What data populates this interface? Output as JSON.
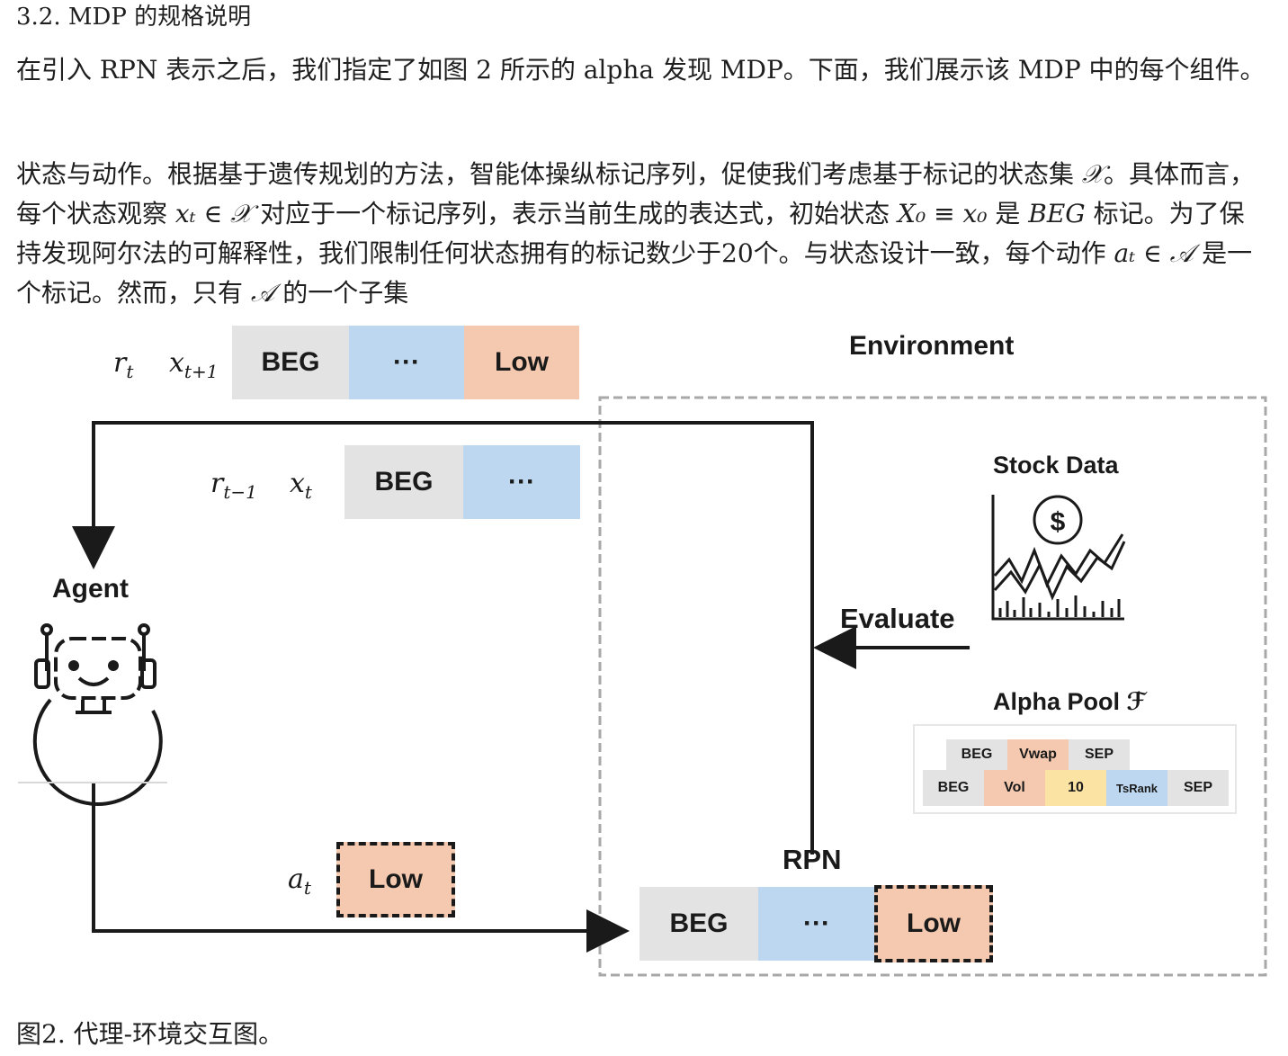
{
  "section_title": "3.2. MDP 的规格说明",
  "paragraph1": "在引入 RPN 表示之后，我们指定了如图 2 所示的 alpha 发现 MDP。下面，我们展示该 MDP 中的每个组件。",
  "paragraph2": {
    "part1": "状态与动作。根据基于遗传规划的方法，智能体操纵标记序列，促使我们考虑基于标记的状态集 ",
    "sym_state_set": "𝒳",
    "part2": "。具体而言，每个状态观察 ",
    "sym_xt_in_X": "xₜ ∈ 𝒳",
    "part3": " 对应于一个标记序列，表示当前生成的表达式，初始状态 ",
    "sym_initial": "X₀ ≡ x₀",
    "part4": " 是 ",
    "sym_beg": "BEG",
    "part5": " 标记。为了保持发现阿尔法的可解释性，我们限制任何状态拥有的标记数少于20个。与状态设计一致，每个动作 ",
    "sym_at_in_A": "aₜ ∈ 𝒜",
    "part6": " 是一个标记。然而，只有 ",
    "sym_A": "𝒜",
    "part7": " 的一个子集"
  },
  "figure": {
    "environment_label": "Environment",
    "agent_label": "Agent",
    "stock_data_label": "Stock Data",
    "evaluate_label": "Evaluate",
    "alpha_pool_label": "Alpha Pool ℱ",
    "rpn_label": "RPN",
    "dollar_symbol": "$",
    "labels": {
      "r_t": "r",
      "r_t_sub": "t",
      "x_t1": "x",
      "x_t1_sub": "t+1",
      "r_tm1": "r",
      "r_tm1_sub": "t−1",
      "x_t": "x",
      "x_t_sub": "t",
      "a_t": "a",
      "a_t_sub": "t"
    },
    "top_sequence": [
      "BEG",
      "···",
      "Low"
    ],
    "mid_sequence": [
      "BEG",
      "···"
    ],
    "action_token": "Low",
    "rpn_sequence": [
      "BEG",
      "···",
      "Low"
    ],
    "pool_row1": [
      "BEG",
      "Vwap",
      "SEP"
    ],
    "pool_row2": [
      "BEG",
      "Vol",
      "10",
      "TsRank",
      "SEP"
    ],
    "colors": {
      "gray": "#e3e3e3",
      "blue": "#bcd7ef",
      "peach": "#f4c9b0",
      "yellow": "#fbe3a3"
    }
  },
  "caption": "图2. 代理-环境交互图。"
}
